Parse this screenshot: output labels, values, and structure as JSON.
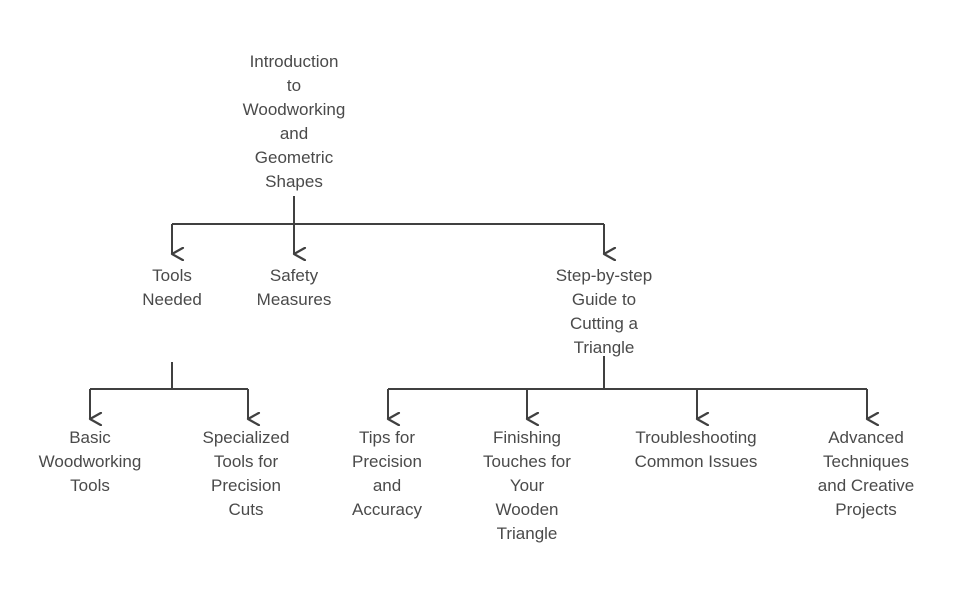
{
  "diagram": {
    "type": "tree-flowchart",
    "orientation": "top-down",
    "background_color": "#ffffff",
    "text_color": "#4a4a4a",
    "line_color": "#404040",
    "root": {
      "id": "root",
      "label": "Introduction to Woodworking and Geometric Shapes",
      "display_lines": "Introduction\nto\nWoodworking\nand\nGeometric\nShapes"
    },
    "level2": [
      {
        "id": "tools-needed",
        "label": "Tools Needed",
        "display_lines": "Tools\nNeeded"
      },
      {
        "id": "safety-measures",
        "label": "Safety Measures",
        "display_lines": "Safety\nMeasures"
      },
      {
        "id": "step-by-step-guide",
        "label": "Step-by-step Guide to Cutting a Triangle",
        "display_lines": "Step-by-step\nGuide to\nCutting a\nTriangle"
      }
    ],
    "level3_under_tools": [
      {
        "id": "basic-woodworking-tools",
        "label": "Basic Woodworking Tools",
        "display_lines": "Basic\nWoodworking\nTools"
      },
      {
        "id": "specialized-tools",
        "label": "Specialized Tools for Precision Cuts",
        "display_lines": "Specialized\nTools for\nPrecision\nCuts"
      }
    ],
    "level3_under_guide": [
      {
        "id": "tips-precision-accuracy",
        "label": "Tips for Precision and Accuracy",
        "display_lines": "Tips for\nPrecision\nand\nAccuracy"
      },
      {
        "id": "finishing-touches",
        "label": "Finishing Touches for Your Wooden Triangle",
        "display_lines": "Finishing\nTouches for\nYour\nWooden\nTriangle"
      },
      {
        "id": "troubleshooting",
        "label": "Troubleshooting Common Issues",
        "display_lines": "Troubleshooting\nCommon Issues"
      },
      {
        "id": "advanced-techniques",
        "label": "Advanced Techniques and Creative Projects",
        "display_lines": "Advanced\nTechniques\nand Creative\nProjects"
      }
    ]
  }
}
